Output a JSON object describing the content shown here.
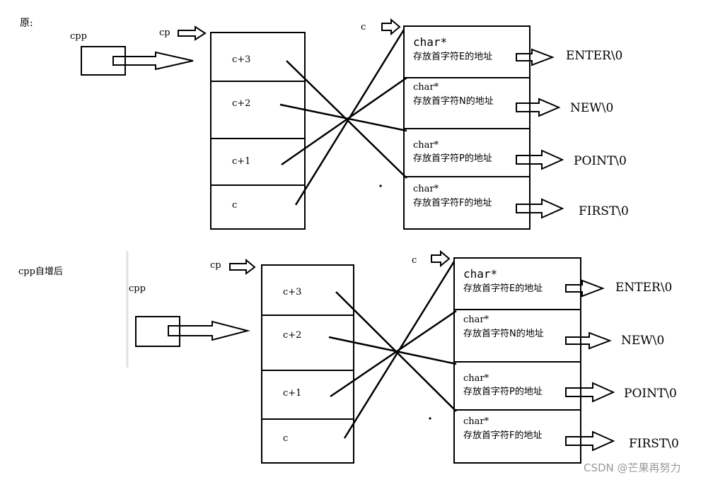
{
  "labels": {
    "original": "原:",
    "after_increment": "cpp自增后",
    "cpp": "cpp",
    "cp": "cp",
    "c": "c"
  },
  "cp_cells": [
    "c+3",
    "c+2",
    "c+1",
    "c"
  ],
  "c_cells": [
    {
      "type": "char*",
      "desc": "存放首字符E的地址",
      "string": "ENTER\\0"
    },
    {
      "type": "char*",
      "desc": "存放首字符N的地址",
      "string": "NEW\\0"
    },
    {
      "type": "char*",
      "desc": "存放首字符P的地址",
      "string": "POINT\\0"
    },
    {
      "type": "char*",
      "desc": "存放首字符F的地址",
      "string": "FIRST\\0"
    }
  ],
  "watermark": "CSDN @芒果再努力"
}
